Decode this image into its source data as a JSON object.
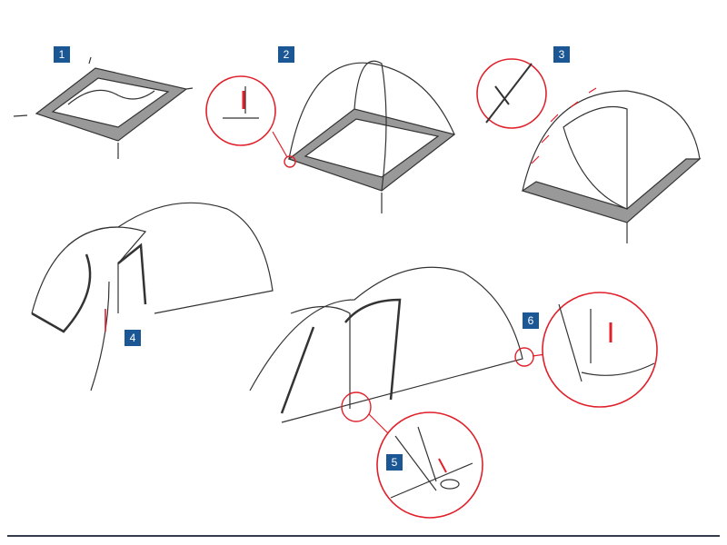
{
  "steps": [
    {
      "number": "1"
    },
    {
      "number": "2"
    },
    {
      "number": "3"
    },
    {
      "number": "4"
    },
    {
      "number": "5"
    },
    {
      "number": "6"
    }
  ],
  "colors": {
    "badge": "#1b5795",
    "callout": "#e0202a",
    "floor": "#8a8a8a",
    "line": "#333333"
  }
}
